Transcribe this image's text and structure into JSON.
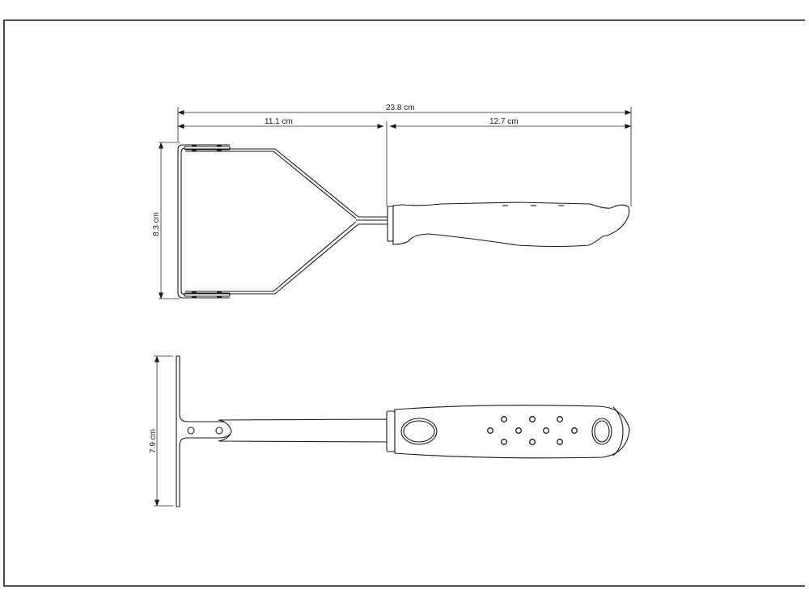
{
  "drawing": {
    "subject": "Potato masher technical drawing",
    "views": [
      {
        "name": "side-view",
        "description": "Wire masher head with handle, side profile"
      },
      {
        "name": "top-view",
        "description": "T-shaped masher head with perforated handle, top profile"
      }
    ],
    "dimensions": {
      "overall_length": "23.8 cm",
      "head_length": "11.1 cm",
      "handle_length": "12.7 cm",
      "head_height_side": "8.3 cm",
      "head_width_top": "7.9 cm"
    },
    "colors": {
      "line": "#1a1a1a",
      "background": "#ffffff"
    }
  }
}
